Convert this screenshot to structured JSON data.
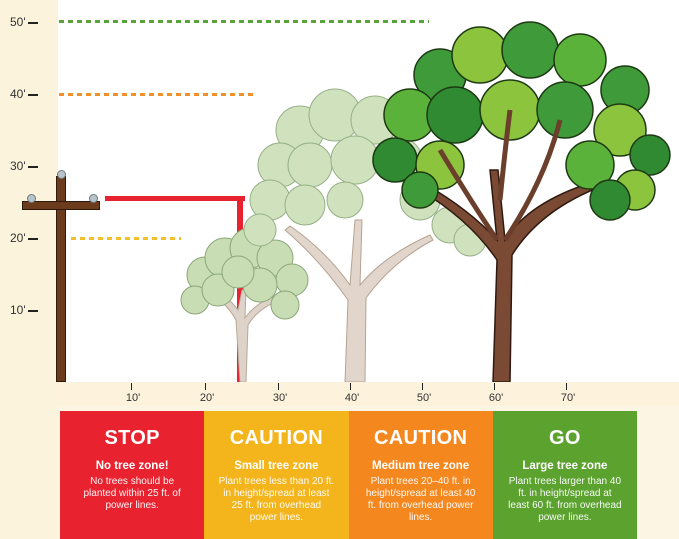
{
  "y_axis": {
    "labels": [
      "50'",
      "40'",
      "30'",
      "20'",
      "10'"
    ],
    "unit": "feet (height)"
  },
  "x_axis": {
    "labels": [
      "10'",
      "20'",
      "30'",
      "40'",
      "50'",
      "60'",
      "70'"
    ],
    "unit": "feet (distance from power lines)"
  },
  "reference_lines": [
    {
      "name": "large-tree-height-50ft",
      "height_ft": 50,
      "color": "#5aa33a"
    },
    {
      "name": "medium-tree-height-40ft",
      "height_ft": 40,
      "color": "#f0902a"
    },
    {
      "name": "small-tree-height-20ft",
      "height_ft": 20,
      "color": "#f2c02a"
    }
  ],
  "power_line": {
    "height_ft": 25,
    "clearance_ft": 25,
    "color": "#e8232f"
  },
  "trees": [
    {
      "name": "small-tree",
      "distance_ft": 25,
      "height_ft": 20
    },
    {
      "name": "medium-tree",
      "distance_ft": 40,
      "height_ft": 40
    },
    {
      "name": "large-tree",
      "distance_ft": 60,
      "height_ft": 50
    }
  ],
  "zones": [
    {
      "title": "STOP",
      "subtitle": "No tree zone!",
      "description": "No trees should be planted within 25 ft. of power lines.",
      "color": "#e8232f"
    },
    {
      "title": "CAUTION",
      "subtitle": "Small tree zone",
      "description": "Plant trees less than 20 ft. in height/spread at least 25 ft. from overhead power lines.",
      "color": "#f3b41c"
    },
    {
      "title": "CAUTION",
      "subtitle": "Medium tree zone",
      "description": "Plant trees 20–40 ft. in height/spread at least 40 ft. from overhead power lines.",
      "color": "#f5871f"
    },
    {
      "title": "GO",
      "subtitle": "Large tree zone",
      "description": "Plant trees larger than 40 ft. in height/spread at least 60 ft. from overhead power lines.",
      "color": "#5ba22f"
    }
  ]
}
